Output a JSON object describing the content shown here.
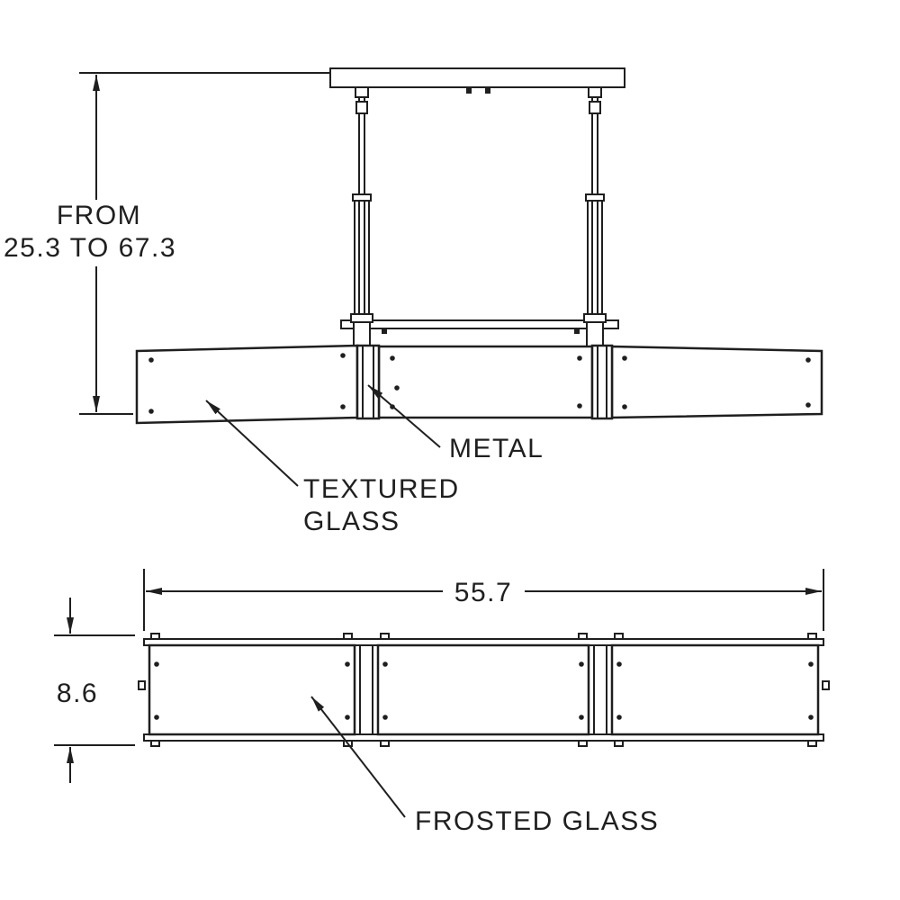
{
  "colors": {
    "line": "#1f1f1f",
    "background": "#ffffff"
  },
  "side_view": {
    "height_dimension": {
      "line1": "FROM",
      "line2": "25.3 TO 67.3"
    },
    "callouts": {
      "metal": "METAL",
      "textured_glass_line1": "TEXTURED",
      "textured_glass_line2": "GLASS"
    }
  },
  "front_view": {
    "length_dimension": "55.7",
    "height_dimension": "8.6",
    "callouts": {
      "frosted_glass": "FROSTED GLASS"
    }
  }
}
